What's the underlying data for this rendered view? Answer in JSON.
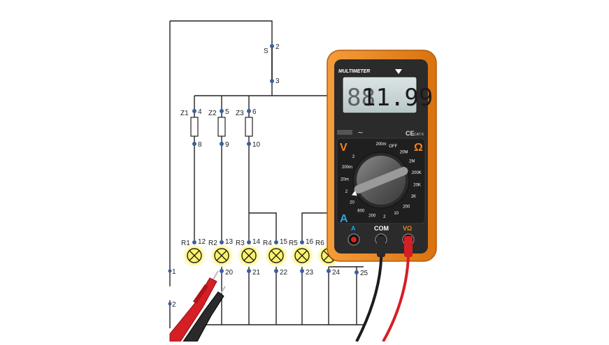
{
  "switch": {
    "label": "S",
    "nodes": [
      "2",
      "3"
    ]
  },
  "fuses": [
    {
      "label": "Z1",
      "top": "4",
      "bottom": "8"
    },
    {
      "label": "Z2",
      "top": "5",
      "bottom": "9"
    },
    {
      "label": "Z3",
      "top": "6",
      "bottom": "10"
    }
  ],
  "lamps": [
    {
      "label": "R1",
      "top": "12",
      "bottom": "",
      "lit": true
    },
    {
      "label": "R2",
      "top": "13",
      "bottom": "20",
      "lit": true
    },
    {
      "label": "R3",
      "top": "14",
      "bottom": "21",
      "lit": true
    },
    {
      "label": "R4",
      "top": "15",
      "bottom": "22",
      "lit": true
    },
    {
      "label": "R5",
      "top": "16",
      "bottom": "23",
      "lit": true
    },
    {
      "label": "R6",
      "top": "",
      "bottom": "24",
      "lit": true
    }
  ],
  "extra_nodes": {
    "left_top": "1",
    "left_bottom": "2",
    "right": "25"
  },
  "multimeter": {
    "brand": "MULTIMETER",
    "reading": "11.99",
    "reading_ghost": "88",
    "ac_symbol": "~",
    "ce_mark": "CE",
    "cat_mark": "CAT II",
    "voltage_symbol": "V",
    "ohm_symbol": "Ω",
    "amp_symbol": "A",
    "dial_labels": [
      "200m",
      "OFF",
      "20M",
      "2M",
      "200K",
      "20K",
      "2K",
      "200",
      "10",
      "2",
      "200",
      "600",
      "20",
      "2",
      "20m",
      "200m",
      "2"
    ],
    "jacks": {
      "amp": "A",
      "com": "COM",
      "volt": "VΩ"
    },
    "colors": {
      "body": "#f0841a",
      "face": "#2b2b2b",
      "lcd": "#cdd8d9",
      "red_jack": "#e02020",
      "amp_accent": "#29a3e0",
      "volt_accent": "#f0841a"
    }
  },
  "probes": {
    "red": "#d41f25",
    "black": "#1c1c1c"
  }
}
